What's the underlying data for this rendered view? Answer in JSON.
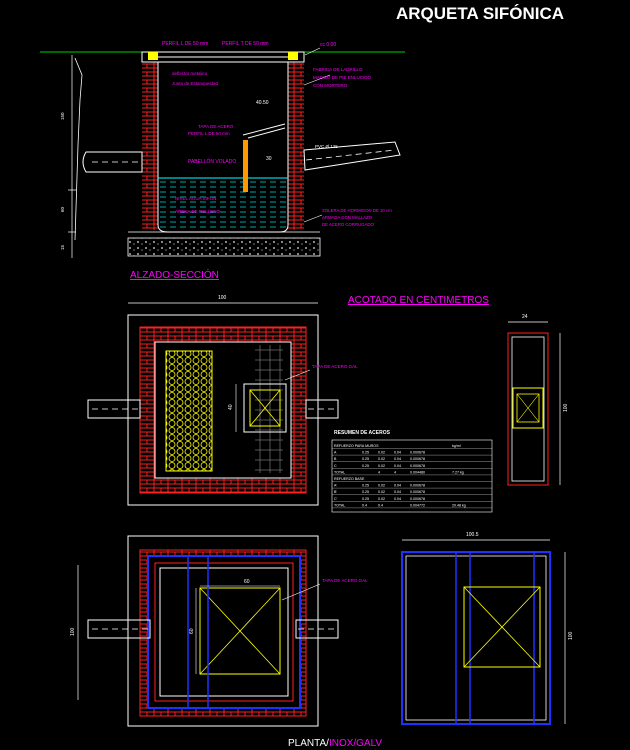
{
  "title": "ARQUETA SIFÓNICA",
  "colors": {
    "background": "#000000",
    "white": "#ffffff",
    "magenta": "#ff00ff",
    "red": "#ff2020",
    "yellow": "#ffff00",
    "cyan": "#00ffff",
    "blue": "#2030ff",
    "green": "#00cc00",
    "gray": "#9a9a9a",
    "orange": "#ff9900"
  },
  "section": {
    "heading": "ALZADO-SECCIÓN",
    "top_labels": [
      "PERFIL L DE 50 mm",
      "PERFIL T DE 50 mm",
      "cc 0.00"
    ],
    "left_labels": [
      "deflector metalico",
      "Junta de Estanqueidad"
    ],
    "right_labels": [
      "FABRICA DE LADRILLO",
      "MACIZO DE PIE ENLUCIDO",
      "CON MORTERO"
    ],
    "lid_labels": [
      "TAPA DE ACERO",
      "PERFIL L DE 50 mm"
    ],
    "pipe_label": "PVC Ø 125",
    "dim_top": "40.50",
    "mid_label": "PABELLÓN VOLADO",
    "water_labels": [
      "NIVEL AGUA SIFON",
      "ARENA DE RELLENO"
    ],
    "base_labels": [
      "SOLERA DE HORMIGON DE 10 cm",
      "ARMADA CON MALLAZO",
      "DE ACERO CORRUGADO"
    ],
    "gap_label": "30",
    "dims": [
      "150",
      "60",
      "15"
    ]
  },
  "units_note": "ACOTADO EN CENTIMETROS",
  "plan1": {
    "dim_top": "100",
    "dim_left": "40",
    "tag": "TAPA DE ACERO GAL",
    "side_dims": [
      "24",
      "100"
    ]
  },
  "table": {
    "title": "RESUMEN DE ACEROS",
    "rows": [
      [
        "REFUERZO PARA MUROS",
        "",
        "",
        "",
        "",
        "kg/ml"
      ],
      [
        "A",
        "0.25",
        "0.02",
        "0.04",
        "0.000678",
        ""
      ],
      [
        "B",
        "0.25",
        "0.02",
        "0.04",
        "0.000678",
        ""
      ],
      [
        "C",
        "0.25",
        "0.02",
        "0.04",
        "0.000678",
        ""
      ],
      [
        "TOTAL",
        "",
        "4",
        "4",
        "0.004480",
        "7.27 kg"
      ],
      [
        "REFUERZO BASE",
        "",
        "",
        "",
        "",
        ""
      ],
      [
        "A'",
        "0.25",
        "0.02",
        "0.04",
        "0.000678",
        ""
      ],
      [
        "B'",
        "0.25",
        "0.02",
        "0.04",
        "0.000678",
        ""
      ],
      [
        "C'",
        "0.25",
        "0.02",
        "0.04",
        "0.000678",
        ""
      ],
      [
        "TOTAL",
        "0.4",
        "0.4",
        "",
        "0.004772",
        "20.48 kg"
      ]
    ]
  },
  "plan2": {
    "dim_top": "60",
    "dim_left": "100",
    "dim_inner": "60",
    "tag": "TAPA DE ACERO GAL",
    "side_dim_top": "100.5",
    "side_dim_right": "100"
  },
  "footer": {
    "part1": "PLANTA/",
    "part2": "INOX",
    "part3": "/GALV"
  }
}
